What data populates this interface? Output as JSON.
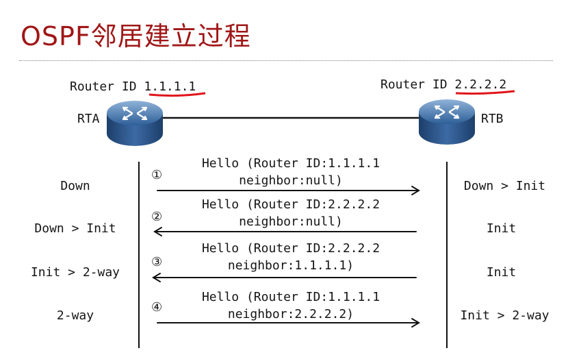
{
  "slide": {
    "title": "OSPF邻居建立过程",
    "title_color": "#a01616",
    "underline_color": "#e0141a"
  },
  "routers": {
    "rta": {
      "label": "RTA",
      "rid_prefix": "Router ID",
      "rid_value": "1.1.1.1",
      "icon": "router-icon"
    },
    "rtb": {
      "label": "RTB",
      "rid_prefix": "Router ID",
      "rid_value": "2.2.2.2",
      "icon": "router-icon"
    }
  },
  "steps": [
    {
      "num": "①",
      "line1": "Hello (Router ID:1.1.1.1",
      "line2": "neighbor:null)",
      "direction": "right",
      "rta_state": "Down",
      "rtb_state": "Down > Init"
    },
    {
      "num": "②",
      "line1": "Hello (Router ID:2.2.2.2",
      "line2": "neighbor:null)",
      "direction": "left",
      "rta_state": "Down > Init",
      "rtb_state": "Init"
    },
    {
      "num": "③",
      "line1": "Hello (Router ID:2.2.2.2",
      "line2": "neighbor:1.1.1.1)",
      "direction": "left",
      "rta_state": "Init > 2-way",
      "rtb_state": "Init"
    },
    {
      "num": "④",
      "line1": "Hello (Router ID:1.1.1.1",
      "line2": "neighbor:2.2.2.2)",
      "direction": "right",
      "rta_state": "2-way",
      "rtb_state": "Init >  2-way"
    }
  ]
}
